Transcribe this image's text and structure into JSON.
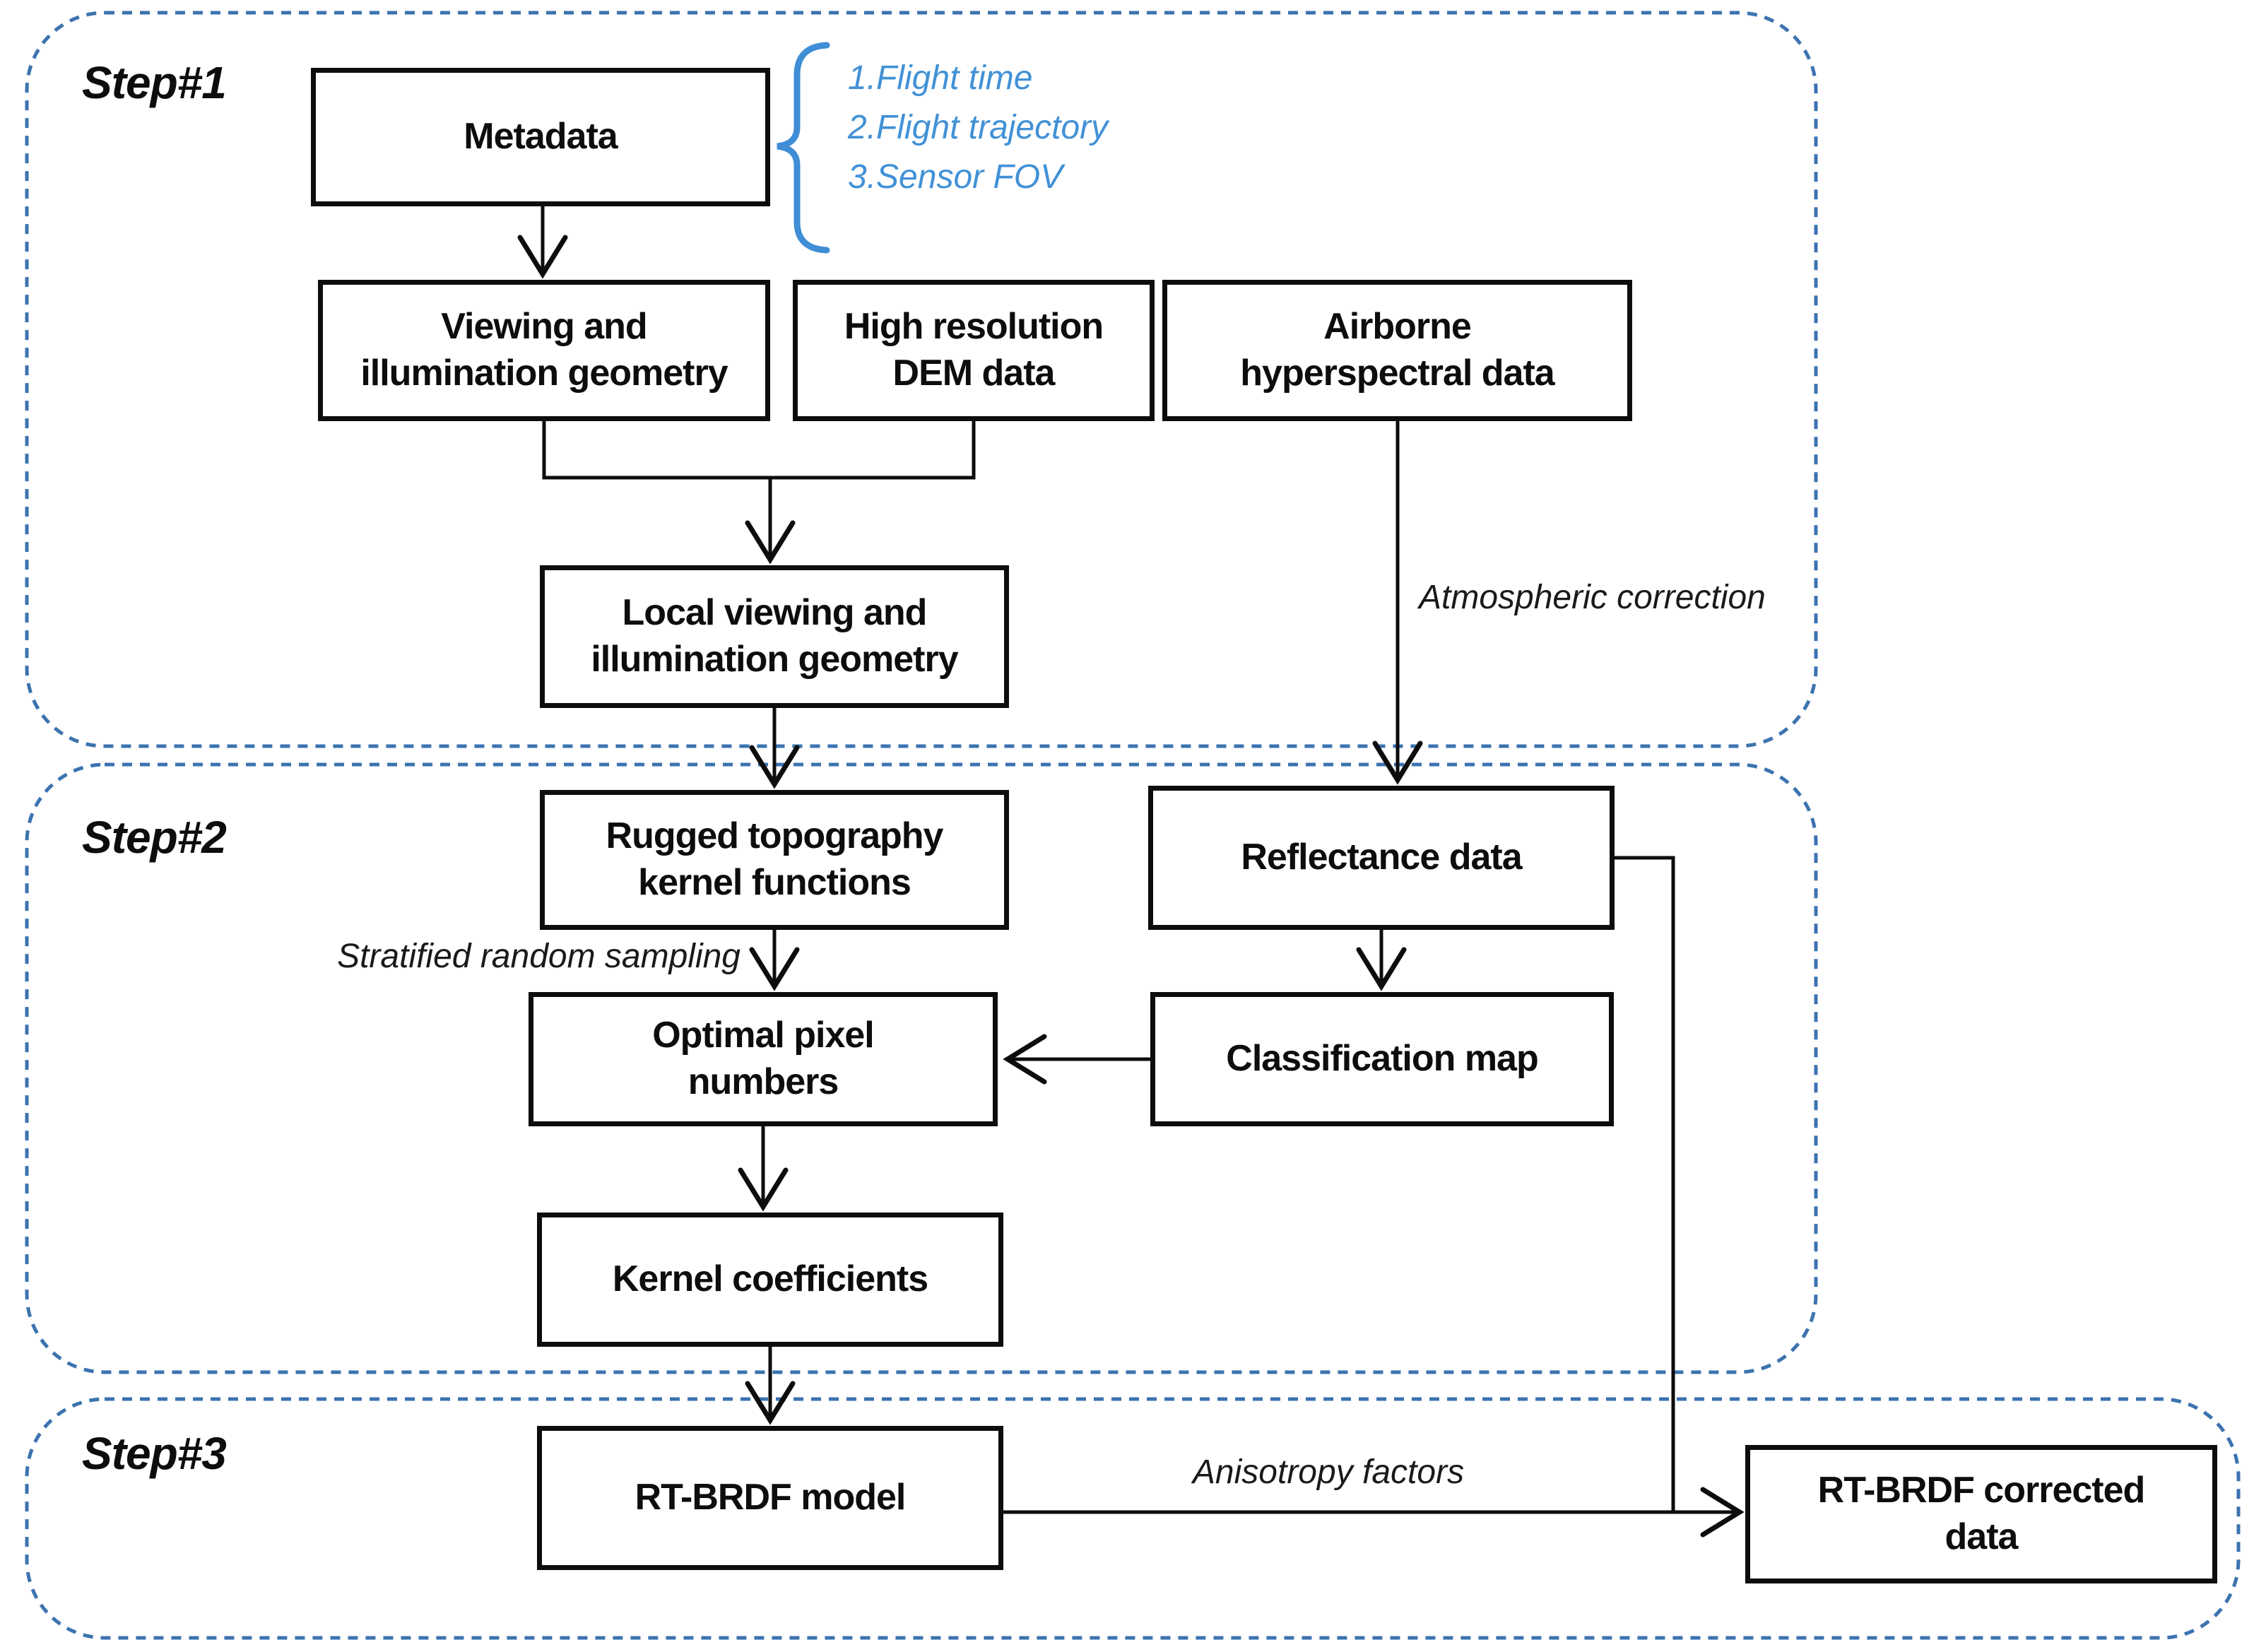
{
  "colors": {
    "background": "#ffffff",
    "line": "#0d0d0d",
    "container_dash_blue": "#3c73b0",
    "list_text_blue": "#4191d6",
    "brace_blue": "#3f8ed6"
  },
  "steps": [
    {
      "label": "Step#1"
    },
    {
      "label": "Step#2"
    },
    {
      "label": "Step#3"
    }
  ],
  "nodes": {
    "metadata": {
      "label": "Metadata"
    },
    "viewing": {
      "label": "Viewing and\nillumination geometry"
    },
    "dem": {
      "label": "High resolution\nDEM data"
    },
    "airborne": {
      "label": "Airborne\nhyperspectral data"
    },
    "local": {
      "label": "Local viewing and\nillumination geometry"
    },
    "rugged": {
      "label": "Rugged topography\nkernel functions"
    },
    "reflectance": {
      "label": "Reflectance data"
    },
    "optimal": {
      "label": "Optimal pixel\nnumbers"
    },
    "classification": {
      "label": "Classification map"
    },
    "kernel": {
      "label": "Kernel coefficients"
    },
    "rtmodel": {
      "label": "RT-BRDF model"
    },
    "rtcorrected": {
      "label": "RT-BRDF corrected\ndata"
    }
  },
  "metadata_items": [
    "1.Flight time",
    "2.Flight trajectory",
    "3.Sensor FOV"
  ],
  "annotations": {
    "atmospheric": "Atmospheric correction",
    "stratified": "Stratified random sampling",
    "anisotropy": "Anisotropy factors"
  }
}
